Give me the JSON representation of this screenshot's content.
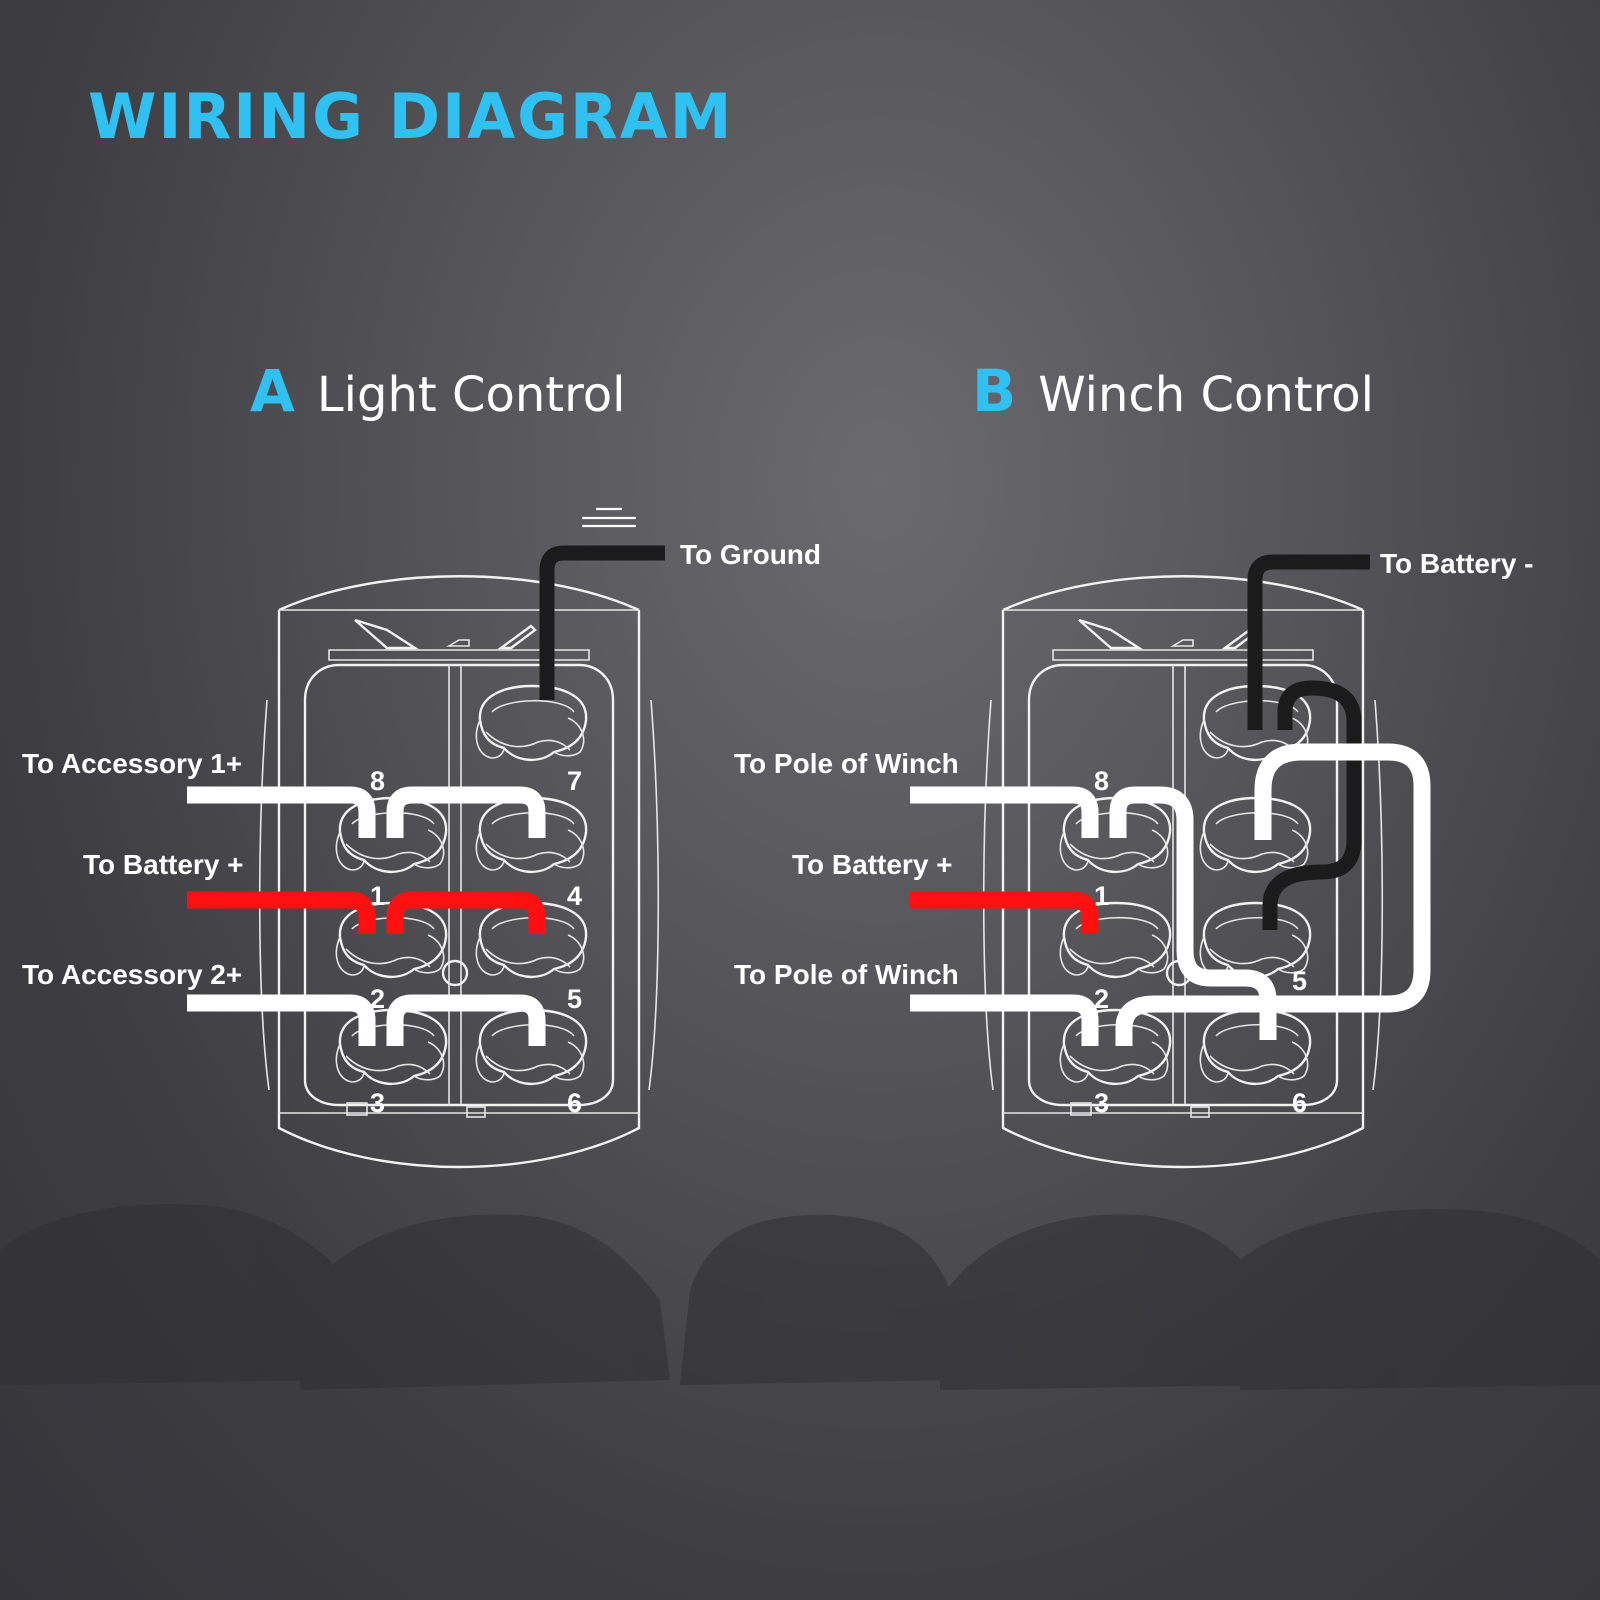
{
  "title": "WIRING DIAGRAM",
  "colors": {
    "accent": "#2ec1f2",
    "wire_white": "#ffffff",
    "wire_red": "#ff1010",
    "wire_black": "#1b1b1b"
  },
  "panels": [
    {
      "letter": "A",
      "heading": "Light Control",
      "labels": {
        "ground": "To Ground",
        "accessory1": "To Accessory 1+",
        "battery_pos": "To Battery +",
        "accessory2": "To Accessory 2+"
      },
      "pins": [
        "8",
        "7",
        "1",
        "4",
        "2",
        "5",
        "3",
        "6"
      ]
    },
    {
      "letter": "B",
      "heading": "Winch Control",
      "labels": {
        "battery_neg": "To Battery -",
        "pole1": "To Pole of Winch",
        "battery_pos": "To Battery +",
        "pole2": "To Pole of Winch"
      },
      "pins": [
        "8",
        "1",
        "2",
        "5",
        "3",
        "6"
      ]
    }
  ]
}
